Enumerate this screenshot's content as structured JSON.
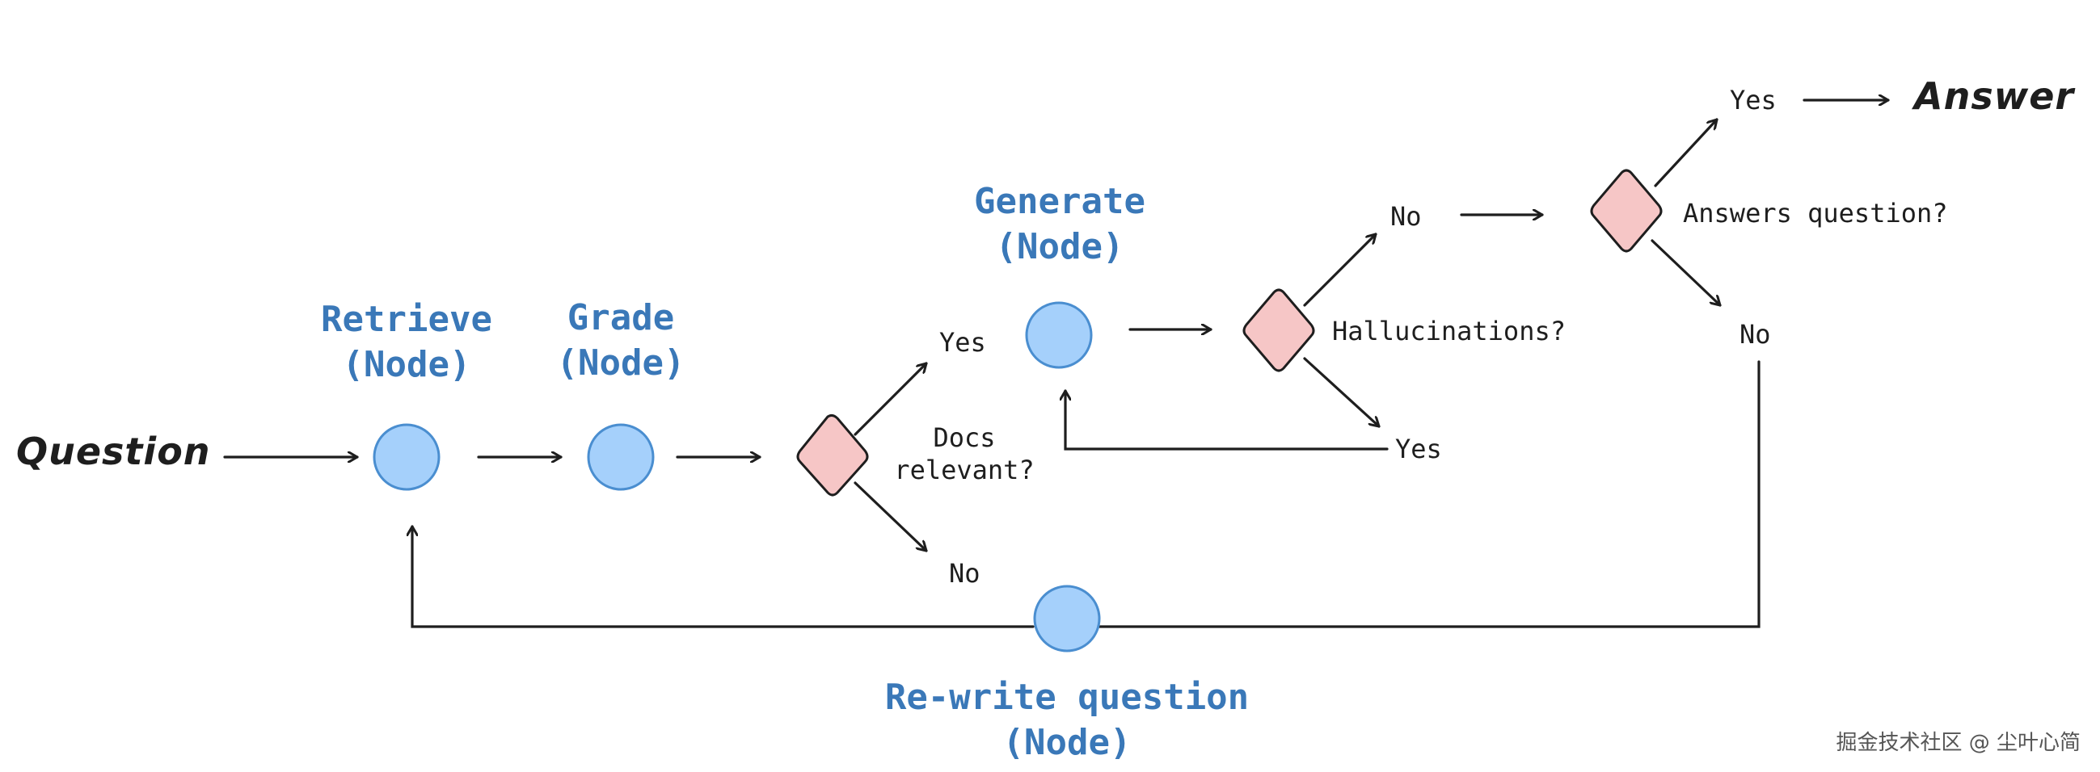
{
  "diagram": {
    "input_label": "Question",
    "output_label": "Answer",
    "nodes": {
      "retrieve": {
        "title": "Retrieve",
        "subtitle": "(Node)"
      },
      "grade": {
        "title": "Grade",
        "subtitle": "(Node)"
      },
      "generate": {
        "title": "Generate",
        "subtitle": "(Node)"
      },
      "rewrite": {
        "title": "Re-write question",
        "subtitle": "(Node)"
      }
    },
    "decisions": {
      "docs_relevant": {
        "question_line1": "Docs",
        "question_line2": "relevant?",
        "yes": "Yes",
        "no": "No"
      },
      "hallucinations": {
        "question": "Hallucinations?",
        "yes": "Yes",
        "no": "No"
      },
      "answers_question": {
        "question": "Answers question?",
        "yes": "Yes",
        "no": "No"
      }
    },
    "colors": {
      "node_fill": "#a5d0fb",
      "node_stroke": "#4a8ed0",
      "decision_fill": "#f6c6c6",
      "decision_stroke": "#1e1e1e",
      "title_text": "#3a78b8",
      "line": "#1e1e1e"
    }
  },
  "watermark": "掘金技术社区 @ 尘叶心简"
}
